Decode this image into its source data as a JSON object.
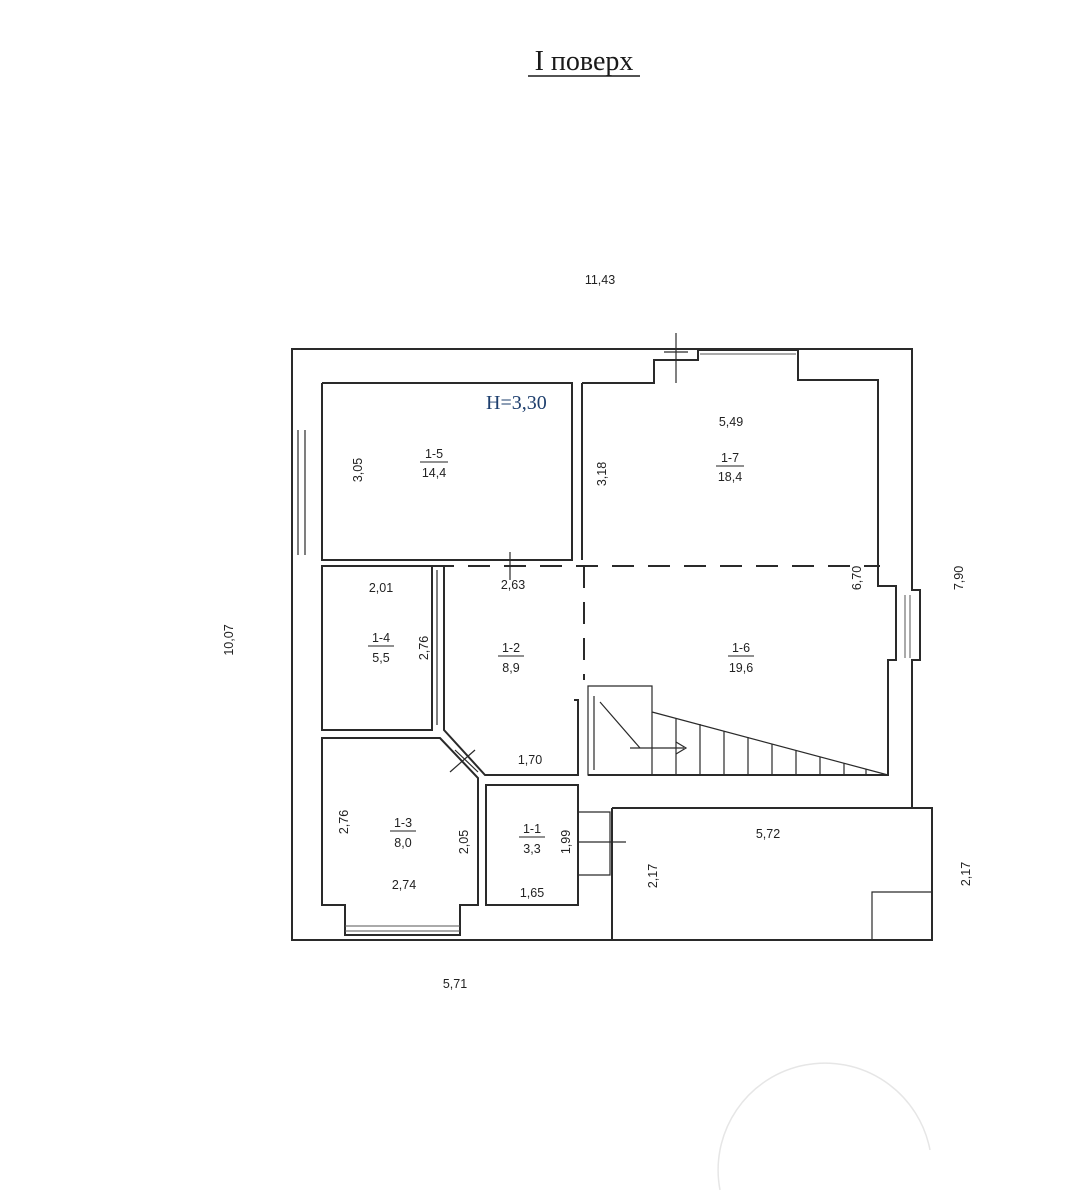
{
  "title": "І поверх",
  "ceiling_height": "Н=3,30",
  "rooms": [
    {
      "id": "1-1",
      "area": "3,3"
    },
    {
      "id": "1-2",
      "area": "8,9"
    },
    {
      "id": "1-3",
      "area": "8,0"
    },
    {
      "id": "1-4",
      "area": "5,5"
    },
    {
      "id": "1-5",
      "area": "14,4"
    },
    {
      "id": "1-6",
      "area": "19,6"
    },
    {
      "id": "1-7",
      "area": "18,4"
    }
  ],
  "dimensions": {
    "top_overall": "11,43",
    "left_overall": "10,07",
    "right_overall": "7,90",
    "right_lower": "2,17",
    "bottom_overall": "5,71",
    "r15_height": "3,05",
    "r17_width": "5,49",
    "r17_left": "3,18",
    "r16_height": "6,70",
    "r14_width": "2,01",
    "r14_height": "2,76",
    "r12_width": "2,63",
    "r12_bottom": "1,70",
    "r13_left": "2,76",
    "r13_right": "2,05",
    "r13_width": "2,74",
    "r11_width": "1,65",
    "r11_height": "1,99",
    "terrace_width": "5,72",
    "terrace_height": "2,17"
  }
}
